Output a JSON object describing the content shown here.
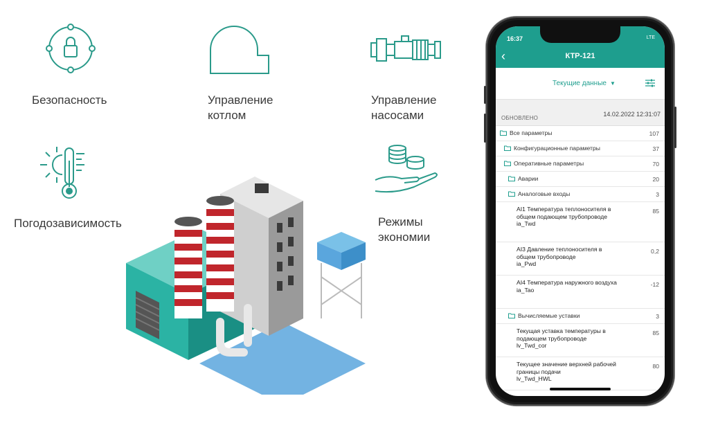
{
  "features": [
    {
      "label_lines": [
        "Безопасность"
      ],
      "icon": "shield-lock-icon"
    },
    {
      "label_lines": [
        "Управление",
        "котлом"
      ],
      "icon": "boiler-icon"
    },
    {
      "label_lines": [
        "Управление",
        "насосами"
      ],
      "icon": "pump-icon"
    },
    {
      "label_lines": [
        "Погодозависимость"
      ],
      "icon": "sun-thermometer-icon"
    },
    {
      "label_lines": [
        "Режимы",
        "экономии"
      ],
      "icon": "coins-hand-icon"
    }
  ],
  "phone": {
    "status": {
      "time": "16:37",
      "network": "LTE"
    },
    "appbar": {
      "back": "‹",
      "title": "КТР-121"
    },
    "selector": {
      "label": "Текущие данные",
      "caret": "▼"
    },
    "updated": {
      "label": "ОБНОВЛЕНО",
      "value": "14.02.2022  12:31:07"
    },
    "rows": [
      {
        "name": "Все параметры",
        "count": "107"
      },
      {
        "name": "Конфигурационные параметры",
        "count": "37"
      },
      {
        "name": "Оперативные параметры",
        "count": "70"
      },
      {
        "name": "Аварии",
        "count": "20"
      },
      {
        "name": "Аналоговые входы",
        "count": "3"
      },
      {
        "name": "AI1 Температура теплоносителя в общем подающем трубопроводе",
        "id": "ia_Twd",
        "count": "85"
      },
      {
        "name": "AI3 Давление теплоносителя в общем трубопроводе",
        "id": "ia_Pwd",
        "count": "0,2"
      },
      {
        "name": "AI4 Температура наружного воздуха",
        "id": "ia_Tao",
        "count": "-12"
      },
      {
        "name": "Вычисляемые уставки",
        "count": "3"
      },
      {
        "name": "Текущая уставка температуры в подающем трубопроводе",
        "id": "lv_Twd_cor",
        "count": "85"
      },
      {
        "name": "Текущее значение верхней рабочей границы подачи",
        "id": "lv_Twd_HWL",
        "count": "80"
      }
    ]
  },
  "colors": {
    "accent": "#1e9e8e",
    "icon": "#2a9a8a"
  }
}
